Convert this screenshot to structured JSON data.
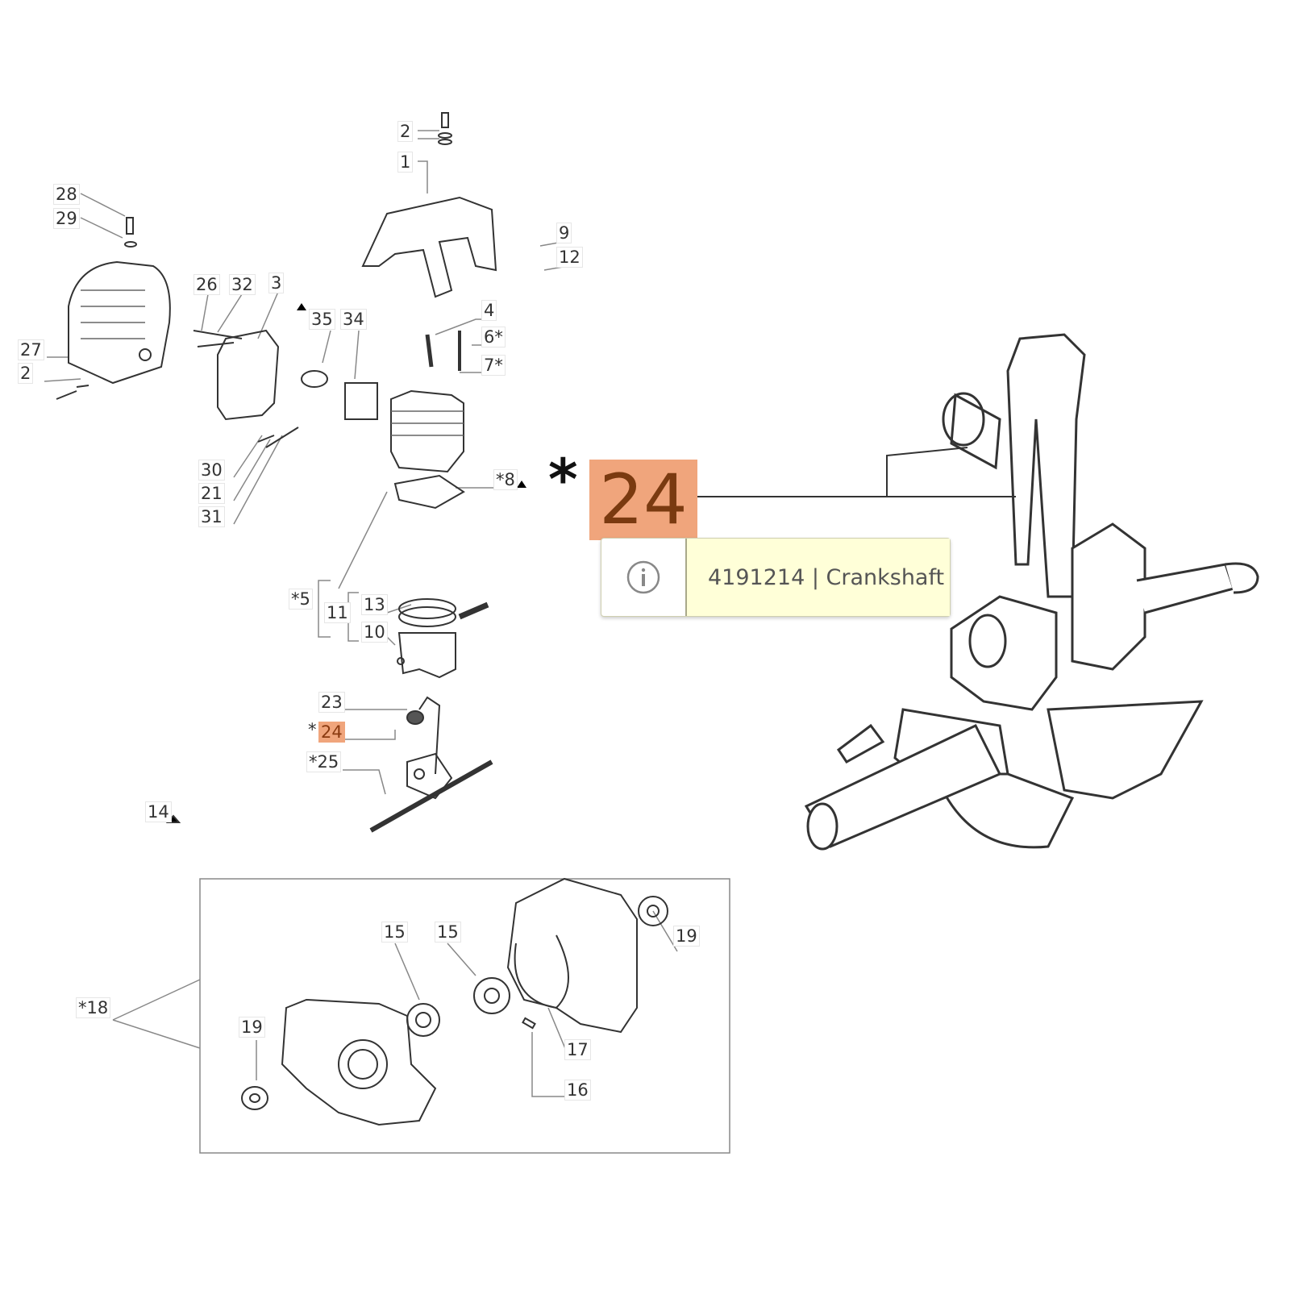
{
  "labels": [
    "2",
    "1",
    "28",
    "29",
    "26",
    "32",
    "3",
    "35",
    "34",
    "4",
    "6",
    "7",
    "9",
    "12",
    "27",
    "2",
    "30",
    "21",
    "31",
    "8",
    "5",
    "11",
    "13",
    "10",
    "23",
    "24",
    "25",
    "14",
    "15",
    "15",
    "19",
    "18",
    "19",
    "17",
    "16"
  ],
  "markers": {
    "asterisk": "*",
    "triangle": "▲"
  },
  "callout": {
    "number": "24",
    "star": "*"
  },
  "tooltip": {
    "icon": "info-icon",
    "text": "4191214 | Crankshaft"
  },
  "colors": {
    "highlight": "#f0a57c",
    "tooltip_bg": "#ffffd8"
  }
}
